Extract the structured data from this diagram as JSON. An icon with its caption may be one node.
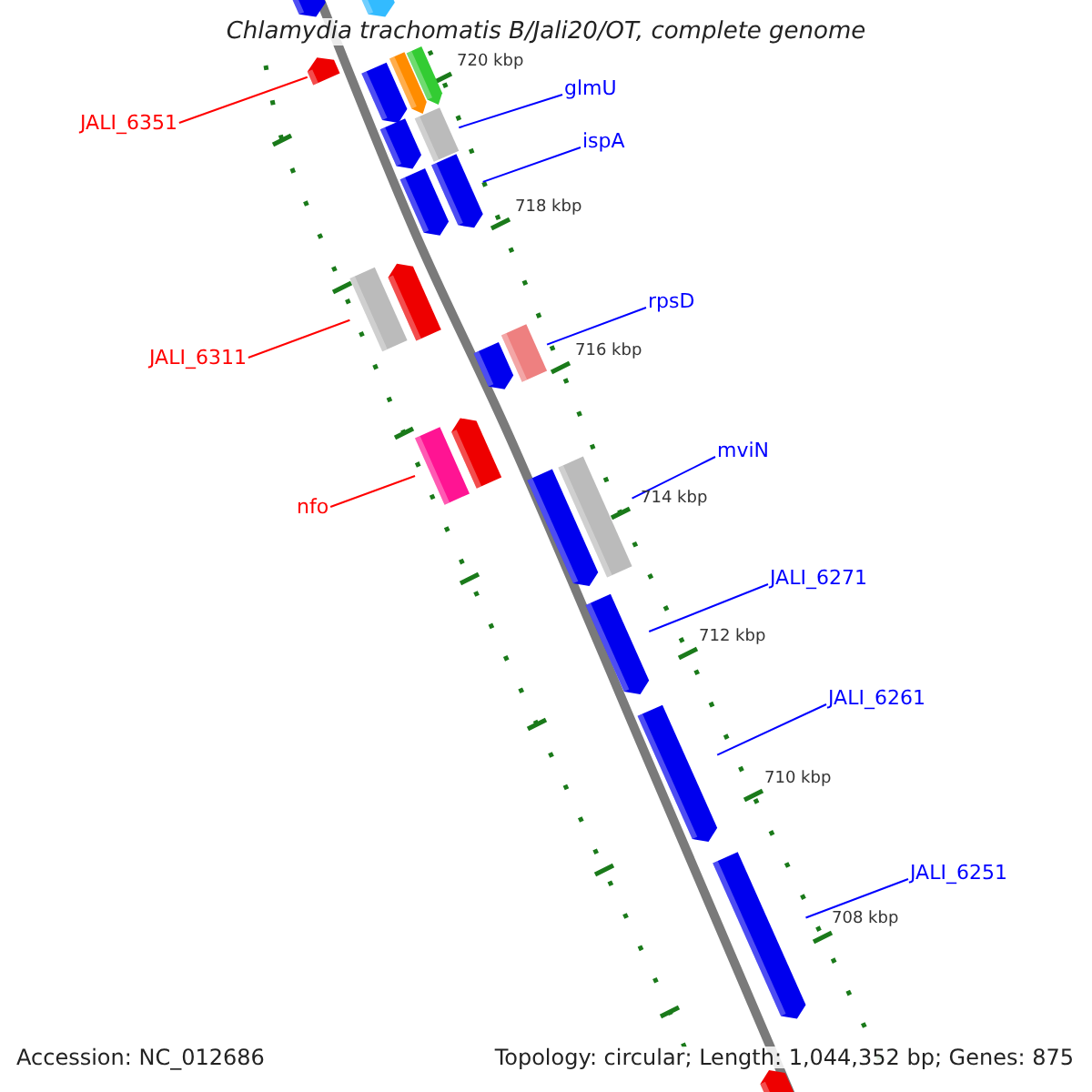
{
  "diagram": {
    "title": "Chlamydia trachomatis B/Jali20/OT, complete genome",
    "nodes": [
      {
        "text": [
          "JALI_6351"
        ]
      },
      {
        "text": [
          "glmU"
        ]
      },
      {
        "text": [
          "ispA"
        ]
      },
      {
        "text": [
          "JALI_6311"
        ]
      },
      {
        "text": [
          "rpsD"
        ]
      },
      {
        "text": [
          "nfo"
        ]
      },
      {
        "text": [
          "mviN"
        ]
      },
      {
        "text": [
          "JALI_6271"
        ]
      },
      {
        "text": [
          "JALI_6261"
        ]
      },
      {
        "text": [
          "JALI_6251"
        ]
      },
      {
        "text": [],
        "shape": "bar"
      },
      {
        "text": [],
        "shape": "bar"
      },
      {
        "text": [],
        "shape": "bar"
      },
      {
        "text": [],
        "shape": "bar"
      },
      {
        "text": [],
        "shape": "bar"
      },
      {
        "text": [],
        "shape": "bar"
      },
      {
        "text": [],
        "shape": "bar"
      },
      {
        "text": [],
        "shape": "bar"
      },
      {
        "text": [],
        "shape": "bar"
      },
      {
        "text": [],
        "shape": "bar"
      },
      {
        "text": [],
        "shape": "bar"
      },
      {
        "text": [],
        "shape": "bar"
      },
      {
        "text": [],
        "shape": "bar"
      },
      {
        "text": [],
        "shape": "bar"
      },
      {
        "text": [],
        "shape": "bar"
      },
      {
        "text": [],
        "shape": "bar"
      },
      {
        "text": [],
        "shape": "bar"
      },
      {
        "text": [],
        "shape": "bar"
      },
      {
        "text": [],
        "shape": "bar"
      },
      {
        "text": [],
        "shape": "bar"
      },
      {
        "text": [],
        "shape": "bar"
      },
      {
        "text": [],
        "shape": "bar"
      }
    ],
    "edges": [
      {
        "from": 0,
        "to": 12,
        "arrow": "none",
        "color": "#ff0000"
      },
      {
        "from": 1,
        "to": 17,
        "arrow": "none"
      },
      {
        "from": 2,
        "to": 19,
        "arrow": "none"
      },
      {
        "from": 3,
        "to": 20,
        "arrow": "none",
        "color": "#ff0000"
      },
      {
        "from": 4,
        "to": 23,
        "arrow": "none"
      },
      {
        "from": 5,
        "to": 24,
        "arrow": "none",
        "color": "#ff0000"
      },
      {
        "from": 6,
        "to": 27,
        "arrow": "none"
      },
      {
        "from": 7,
        "to": 28,
        "arrow": "none"
      },
      {
        "from": 8,
        "to": 29,
        "arrow": "none"
      },
      {
        "from": 9,
        "to": 30,
        "arrow": "none"
      }
    ],
    "labels": [
      "720 kbp",
      "718 kbp",
      "716 kbp",
      "714 kbp",
      "712 kbp",
      "710 kbp",
      "708 kbp",
      "Accession: NC_012686",
      "Topology: circular; Length: 1,044,352 bp; Genes: 875"
    ]
  }
}
